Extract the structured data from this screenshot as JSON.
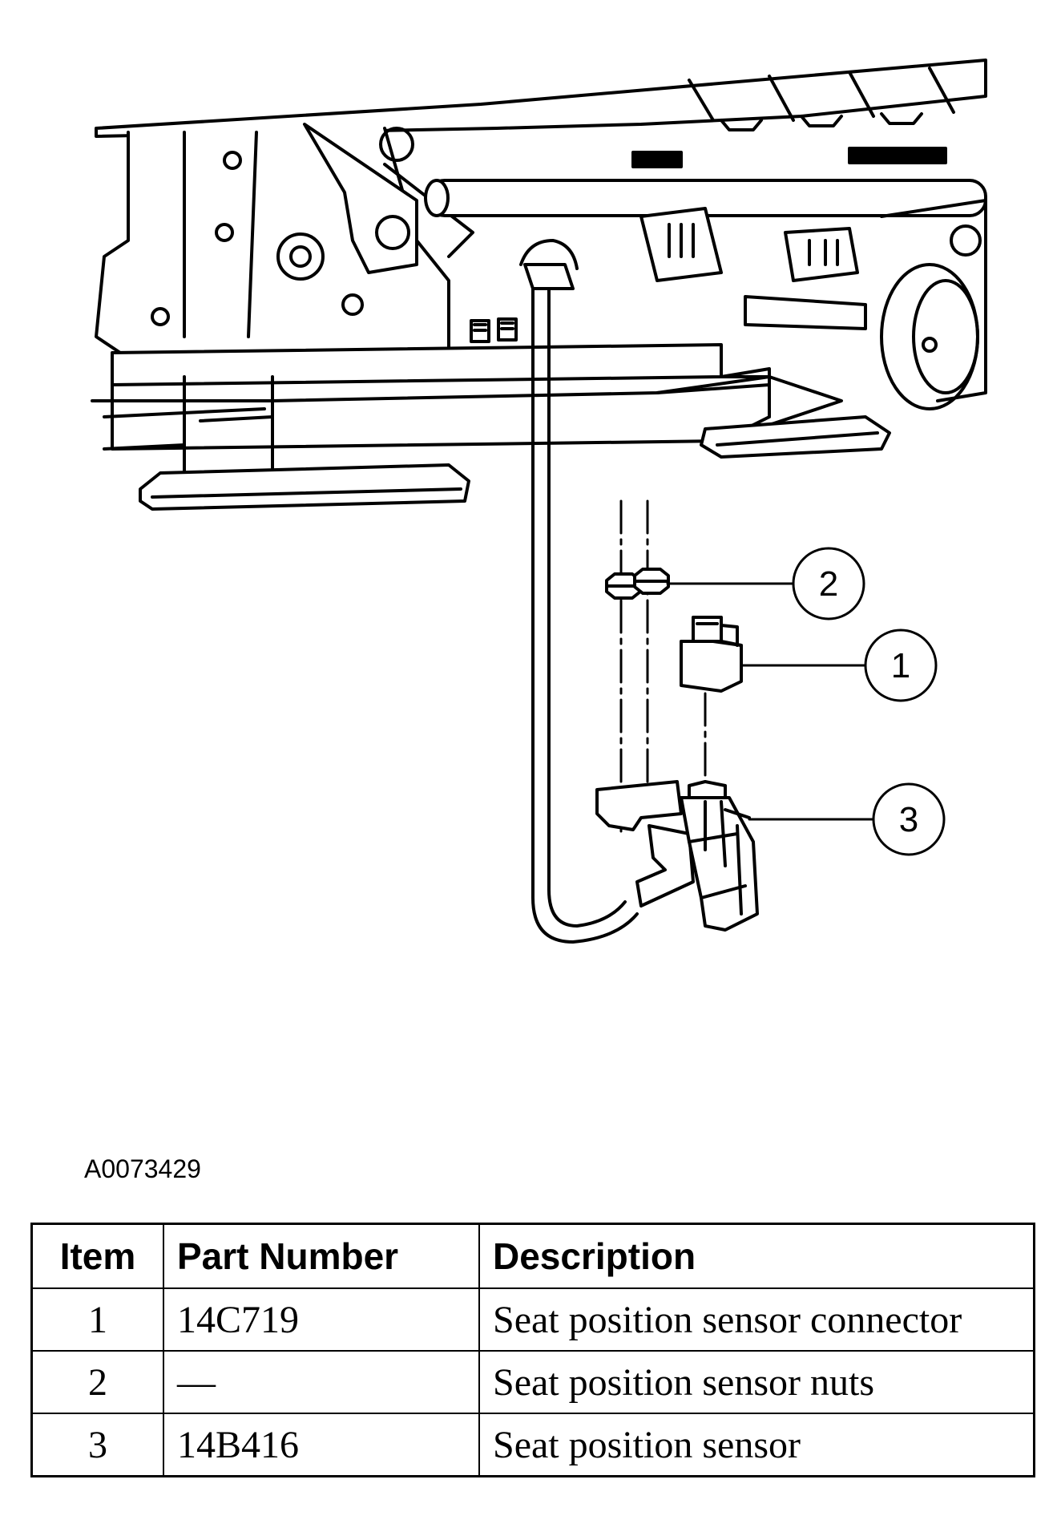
{
  "figure": {
    "id": "A0073429",
    "callouts": [
      "1",
      "2",
      "3"
    ]
  },
  "table": {
    "headers": {
      "item": "Item",
      "part_number": "Part Number",
      "description": "Description"
    },
    "rows": [
      {
        "item": "1",
        "part_number": "14C719",
        "description": "Seat position sensor connector"
      },
      {
        "item": "2",
        "part_number": "—",
        "description": "Seat position sensor nuts"
      },
      {
        "item": "3",
        "part_number": "14B416",
        "description": "Seat position sensor"
      }
    ]
  }
}
